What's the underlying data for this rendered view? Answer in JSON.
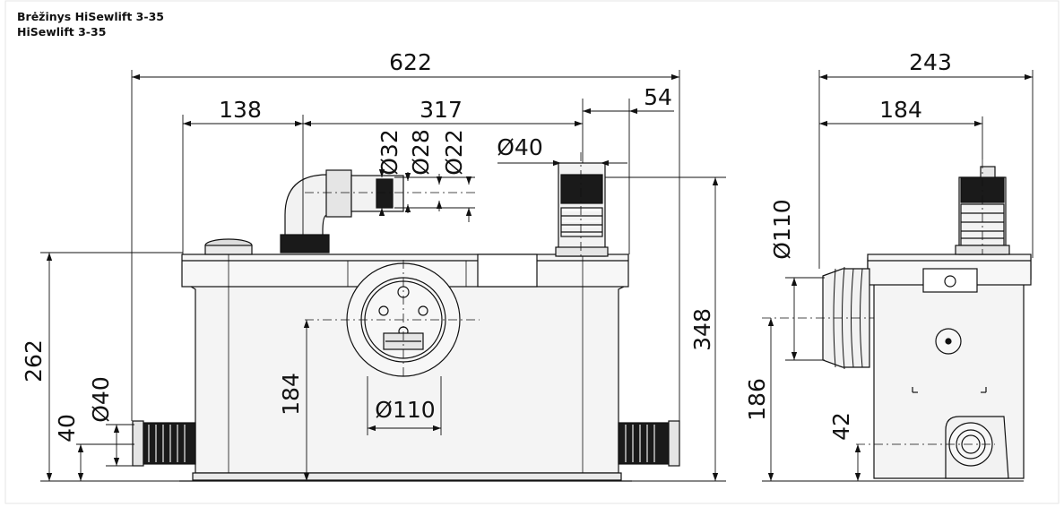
{
  "header": {
    "title": "Brėžinys HiSewlift 3-35",
    "subtitle": "HiSewlift 3-35"
  },
  "dimensions": {
    "front": {
      "overall_width": "622",
      "left_offset": "138",
      "center_span": "317",
      "right_offset": "54",
      "dia_32": "Ø32",
      "dia_28": "Ø28",
      "dia_22": "Ø22",
      "dia_40_top": "Ø40",
      "dia_110": "Ø110",
      "height_262": "262",
      "height_184": "184",
      "height_348": "348",
      "dia_40_side": "Ø40",
      "height_40": "40"
    },
    "side": {
      "overall_depth": "243",
      "depth_184": "184",
      "dia_110": "Ø110",
      "height_186": "186",
      "height_42": "42"
    }
  },
  "colors": {
    "line": "#111111",
    "body_fill": "#f4f4f4",
    "dark_part": "#1a1a1a",
    "border": "#e6e6e6"
  }
}
